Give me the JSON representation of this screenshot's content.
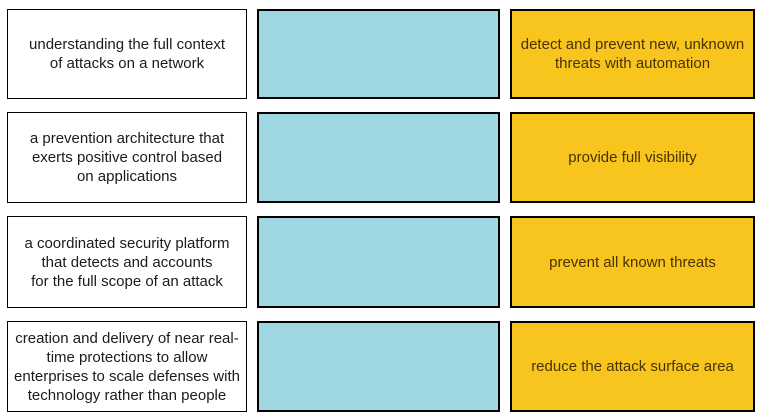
{
  "colors": {
    "background": "#ffffff",
    "definition_box_bg": "#ffffff",
    "definition_box_border": "#000000",
    "definition_text": "#1b1b1b",
    "drop_zone_bg": "#9fd7e2",
    "drop_zone_border": "#000000",
    "answer_box_bg": "#f7c51e",
    "answer_box_border": "#000000",
    "answer_text": "#4a3200"
  },
  "rows": [
    {
      "definition": "understanding the full context\nof attacks on a network",
      "drop_zone": "",
      "answer": "detect and prevent new, unknown\nthreats with automation"
    },
    {
      "definition": "a prevention architecture that\nexerts positive control based\non applications",
      "drop_zone": "",
      "answer": "provide full visibility"
    },
    {
      "definition": "a coordinated security platform\nthat detects and accounts\nfor the full scope of an attack",
      "drop_zone": "",
      "answer": "prevent all known threats"
    },
    {
      "definition": "creation and delivery of near real-\ntime protections to allow\nenterprises to scale defenses with\ntechnology rather than people",
      "drop_zone": "",
      "answer": "reduce the attack surface area"
    }
  ]
}
